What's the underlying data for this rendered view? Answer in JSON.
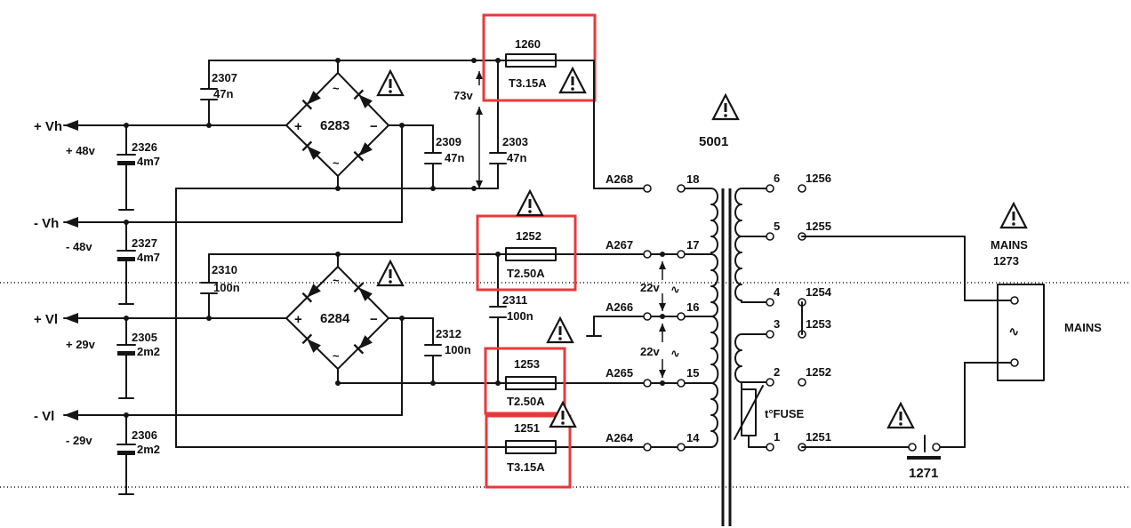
{
  "rails": {
    "vh_pos": "+ Vh",
    "vh_pos_v": "+ 48v",
    "vh_neg": "- Vh",
    "vh_neg_v": "- 48v",
    "vl_pos": "+ Vl",
    "vl_pos_v": "+ 29v",
    "vl_neg": "- Vl",
    "vl_neg_v": "- 29v"
  },
  "capacitors": {
    "c2307": {
      "ref": "2307",
      "val": "47n"
    },
    "c2326": {
      "ref": "2326",
      "val": "4m7"
    },
    "c2309": {
      "ref": "2309",
      "val": "47n"
    },
    "c2303": {
      "ref": "2303",
      "val": "47n"
    },
    "c2327": {
      "ref": "2327",
      "val": "4m7"
    },
    "c2310": {
      "ref": "2310",
      "val": "100n"
    },
    "c2311": {
      "ref": "2311",
      "val": "100n"
    },
    "c2305": {
      "ref": "2305",
      "val": "2m2"
    },
    "c2312": {
      "ref": "2312",
      "val": "100n"
    },
    "c2306": {
      "ref": "2306",
      "val": "2m2"
    }
  },
  "bridges": {
    "b6283": "6283",
    "b6284": "6284"
  },
  "fuses": {
    "f1260": {
      "ref": "1260",
      "rating": "T3.15A"
    },
    "f1252": {
      "ref": "1252",
      "rating": "T2.50A"
    },
    "f1253": {
      "ref": "1253",
      "rating": "T2.50A"
    },
    "f1251": {
      "ref": "1251",
      "rating": "T3.15A"
    }
  },
  "voltages": {
    "v73": "73v",
    "v22a": "22v",
    "v22b": "22v"
  },
  "secondary": {
    "a268": "A268",
    "a267": "A267",
    "a266": "A266",
    "a265": "A265",
    "a264": "A264",
    "p18": "18",
    "p17": "17",
    "p16": "16",
    "p15": "15",
    "p14": "14"
  },
  "transformer": {
    "ref": "5001"
  },
  "primary": {
    "p6": "6",
    "p5": "5",
    "p4": "4",
    "p3": "3",
    "p2": "2",
    "p1": "1",
    "n1256": "1256",
    "n1255": "1255",
    "n1254": "1254",
    "n1253": "1253",
    "n1252": "1252",
    "n1251": "1251",
    "thermal_fuse": "t°FUSE"
  },
  "switch": {
    "ref": "1271"
  },
  "mains": {
    "title": "MAINS",
    "ref": "1273",
    "label": "MAINS"
  },
  "colors": {
    "highlight": "#e8393a",
    "ink": "#151515"
  }
}
